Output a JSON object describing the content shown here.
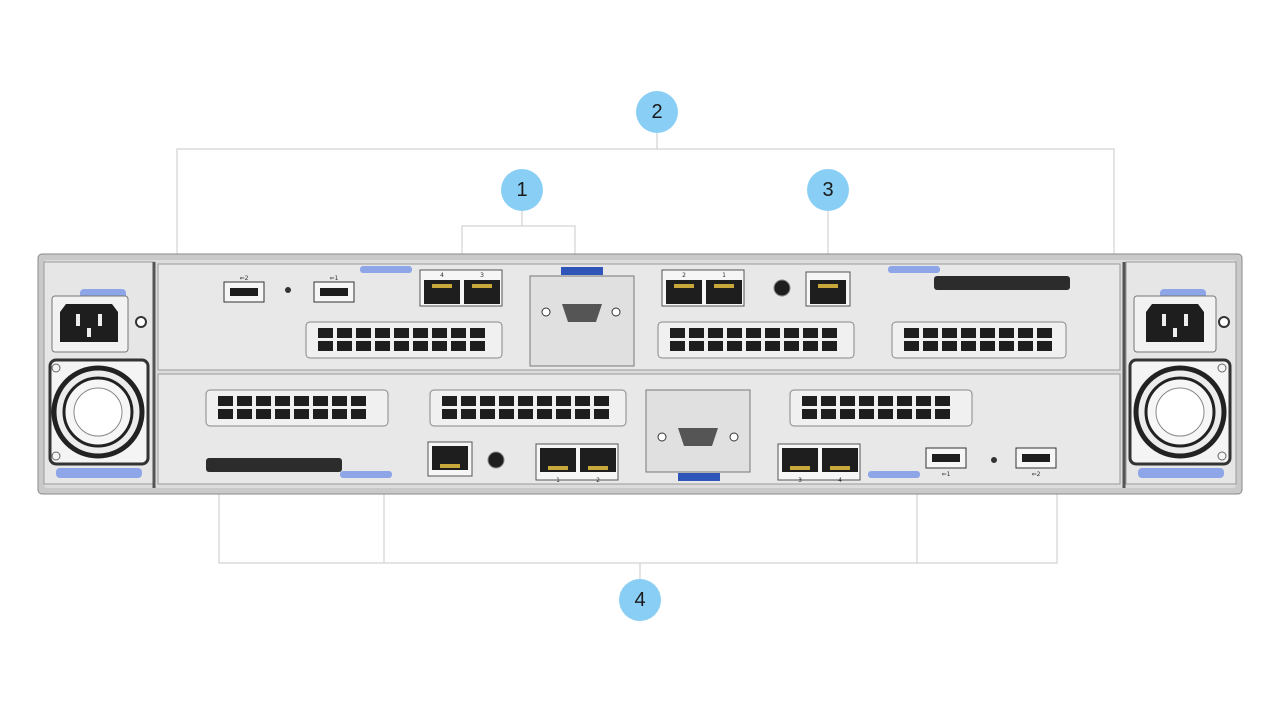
{
  "colors": {
    "callout_fill": "#89cff5",
    "leader_line": "#c8c8c8",
    "chassis": "#d4d4d4",
    "chassis_dark": "#3b3b3b",
    "latch_blue": "#8ea6e8",
    "tab_blue": "#2f55b8",
    "vent_black": "#1e1e1e"
  },
  "callouts": [
    {
      "id": "callout-1",
      "label": "1"
    },
    {
      "id": "callout-2",
      "label": "2"
    },
    {
      "id": "callout-3",
      "label": "3"
    },
    {
      "id": "callout-4",
      "label": "4"
    }
  ],
  "port_labels": {
    "top_left_usb2": "⇐2",
    "top_left_usb1": "⇐1",
    "top_rj45_pair_a": [
      "4",
      "3"
    ],
    "top_rj45_pair_b": [
      "2",
      "1"
    ],
    "bottom_rj45_pair_a": [
      "1",
      "2"
    ],
    "bottom_rj45_pair_b": [
      "3",
      "4"
    ],
    "bottom_usb1": "⇐1",
    "bottom_usb2": "⇐2"
  },
  "icons": [
    "power-inlet-icon",
    "fan-icon",
    "vga-port-icon",
    "rj45-port-icon",
    "usb-port-icon",
    "network-icon"
  ]
}
